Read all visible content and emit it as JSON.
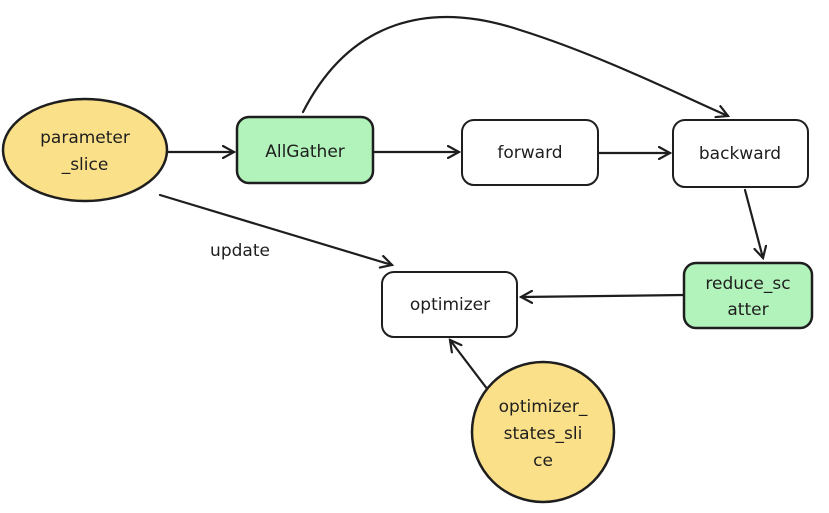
{
  "colors": {
    "yellow": "#fbe08a",
    "green": "#b2f2bb",
    "white": "#ffffff",
    "stroke": "#1e1e1e"
  },
  "nodes": {
    "parameter_slice": {
      "lines": [
        "parameter",
        "_slice"
      ]
    },
    "allgather": {
      "lines": [
        "AllGather"
      ]
    },
    "forward": {
      "lines": [
        "forward"
      ]
    },
    "backward": {
      "lines": [
        "backward"
      ]
    },
    "reduce_scatter": {
      "lines": [
        "reduce_sc",
        "atter"
      ]
    },
    "optimizer": {
      "lines": [
        "optimizer"
      ]
    },
    "optimizer_states_slice": {
      "lines": [
        "optimizer_",
        "states_sli",
        "ce"
      ]
    }
  },
  "edge_labels": {
    "update": "update"
  }
}
